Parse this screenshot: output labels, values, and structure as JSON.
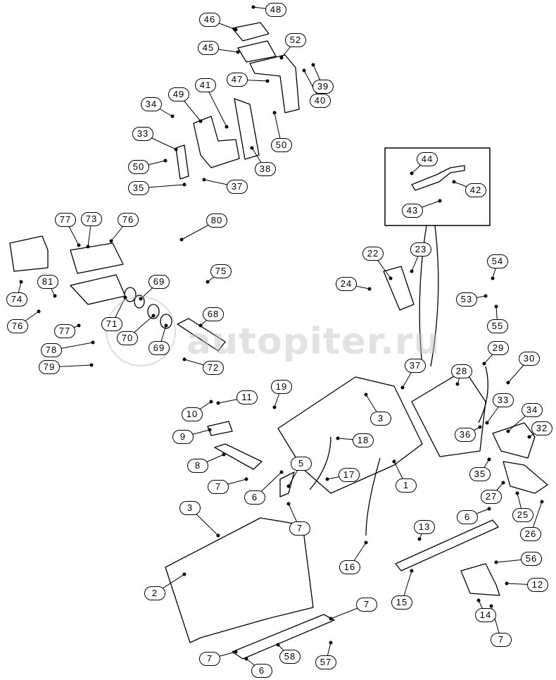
{
  "diagram": {
    "callouts": [
      "48",
      "46",
      "45",
      "52",
      "39",
      "47",
      "40",
      "41",
      "49",
      "34",
      "33",
      "50",
      "50",
      "38",
      "35",
      "37",
      "44",
      "42",
      "43",
      "77",
      "73",
      "76",
      "80",
      "75",
      "74",
      "81",
      "69",
      "71",
      "68",
      "70",
      "69",
      "76",
      "77",
      "78",
      "79",
      "72",
      "22",
      "23",
      "24",
      "54",
      "53",
      "55",
      "29",
      "30",
      "28",
      "37",
      "19",
      "11",
      "10",
      "3",
      "9",
      "33",
      "34",
      "32",
      "36",
      "18",
      "8",
      "5",
      "17",
      "1",
      "7",
      "6",
      "35",
      "27",
      "25",
      "26",
      "7",
      "6",
      "3",
      "13",
      "16",
      "56",
      "12",
      "15",
      "2",
      "14",
      "7",
      "7",
      "7",
      "58",
      "57",
      "6"
    ],
    "watermark": "autopiter.ru"
  }
}
